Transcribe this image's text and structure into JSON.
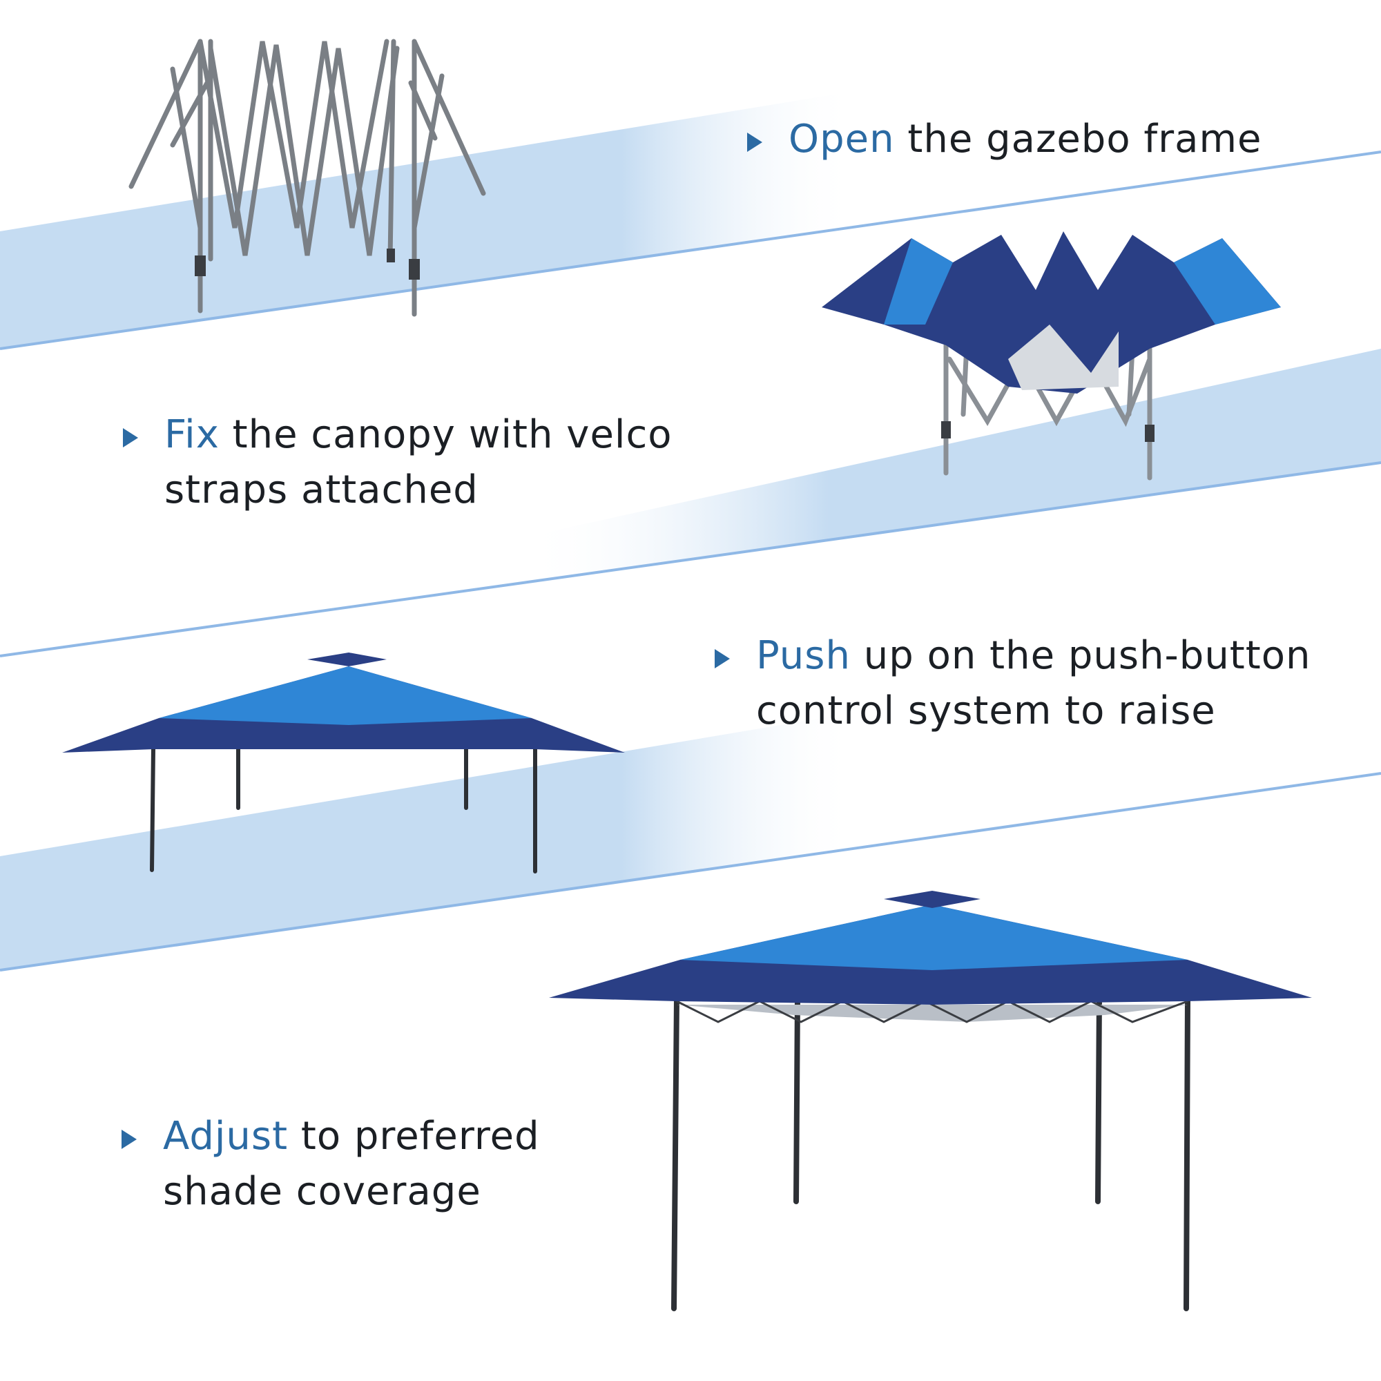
{
  "colors": {
    "accent": "#2b6aa3",
    "text": "#1b1f24",
    "band": "#c5dcf2",
    "band_line": "#8fb8e6",
    "canopy_light": "#2f86d6",
    "canopy_dark": "#2a3f85",
    "frame": "#7a7f85",
    "leg_dark": "#2d3035"
  },
  "steps": [
    {
      "icon": "triangle-right-icon",
      "keyword": "Open",
      "rest_line1": " the gazebo frame",
      "line2": ""
    },
    {
      "icon": "triangle-right-icon",
      "keyword": "Fix",
      "rest_line1": " the canopy with velco",
      "line2": "straps attached"
    },
    {
      "icon": "triangle-right-icon",
      "keyword": "Push",
      "rest_line1": " up on the push-button",
      "line2": "control system to raise"
    },
    {
      "icon": "triangle-right-icon",
      "keyword": "Adjust",
      "rest_line1": " to preferred",
      "line2": "shade coverage"
    }
  ]
}
